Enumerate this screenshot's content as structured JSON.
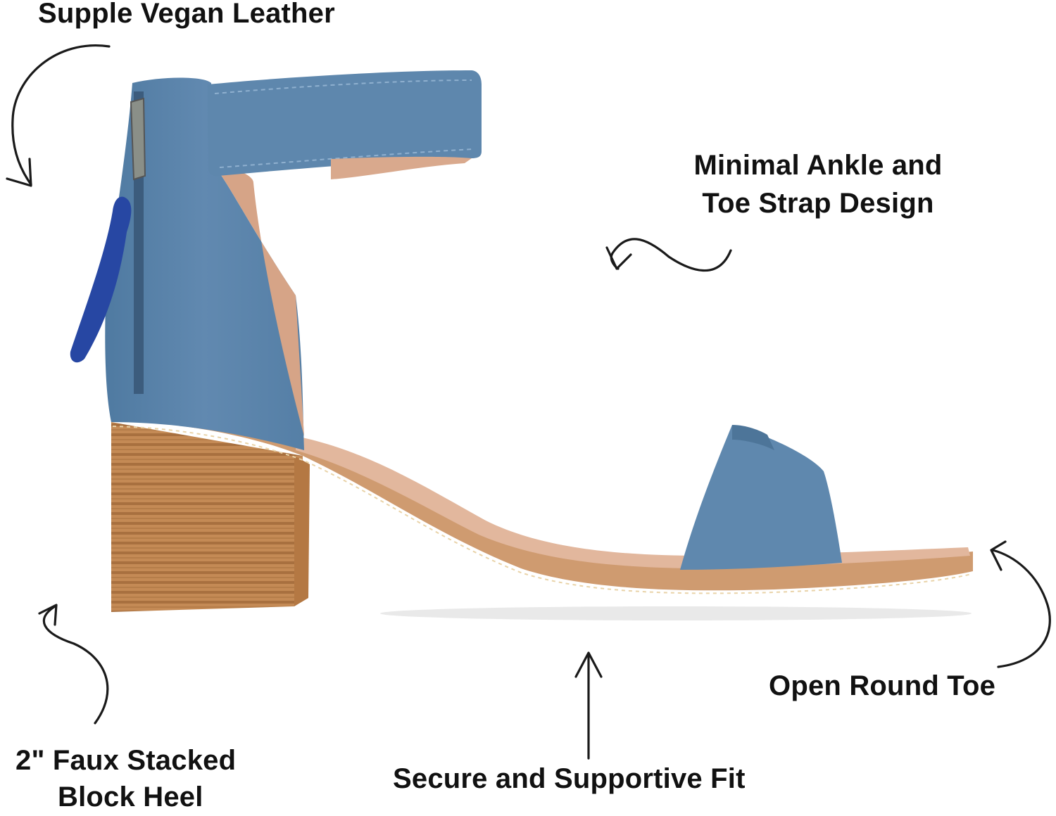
{
  "labels": {
    "vegan_leather": "Supple Vegan Leather",
    "ankle_toe_line1": "Minimal Ankle and",
    "ankle_toe_line2": "Toe Strap Design",
    "open_round_toe": "Open Round Toe",
    "heel_line1": "2\" Faux Stacked",
    "heel_line2": "Block Heel",
    "secure_fit": "Secure and Supportive Fit"
  },
  "colors": {
    "leather": "#5e87ad",
    "leather_dark": "#4a7296",
    "insole": "#d9a98d",
    "heel_wood": "#c08452",
    "zipper_pull": "#2747a3"
  }
}
